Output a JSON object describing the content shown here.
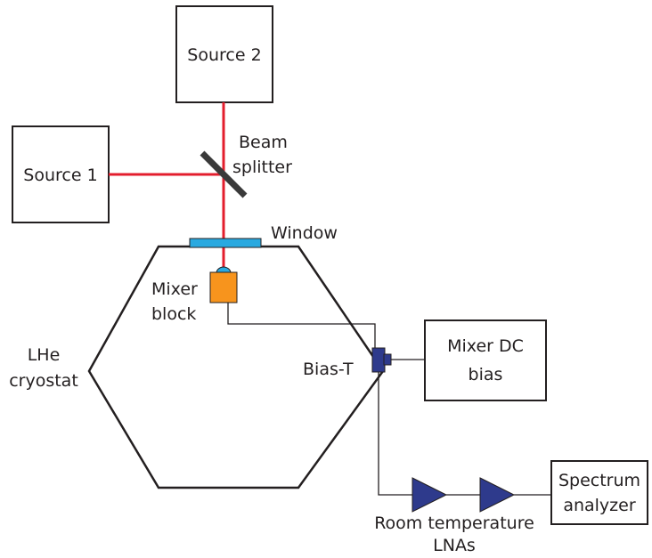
{
  "labels": {
    "source2": "Source 2",
    "source1": "Source 1",
    "beam_splitter_line1": "Beam",
    "beam_splitter_line2": "splitter",
    "window": "Window",
    "mixer_block_line1": "Mixer",
    "mixer_block_line2": "block",
    "cryostat_line1": "LHe",
    "cryostat_line2": "cryostat",
    "bias_t": "Bias-T",
    "mixer_dc_bias_line1": "Mixer DC",
    "mixer_dc_bias_line2": "bias",
    "lna_line1": "Room temperature",
    "lna_line2": "LNAs",
    "spectrum_analyzer_line1": "Spectrum",
    "spectrum_analyzer_line2": "analyzer"
  },
  "colors": {
    "beam": "#e31e2d",
    "window": "#29a9e0",
    "mixer_block": "#f7941d",
    "component_blue": "#2e3a8c",
    "line": "#231f20",
    "splitter": "#3a3a3a"
  }
}
